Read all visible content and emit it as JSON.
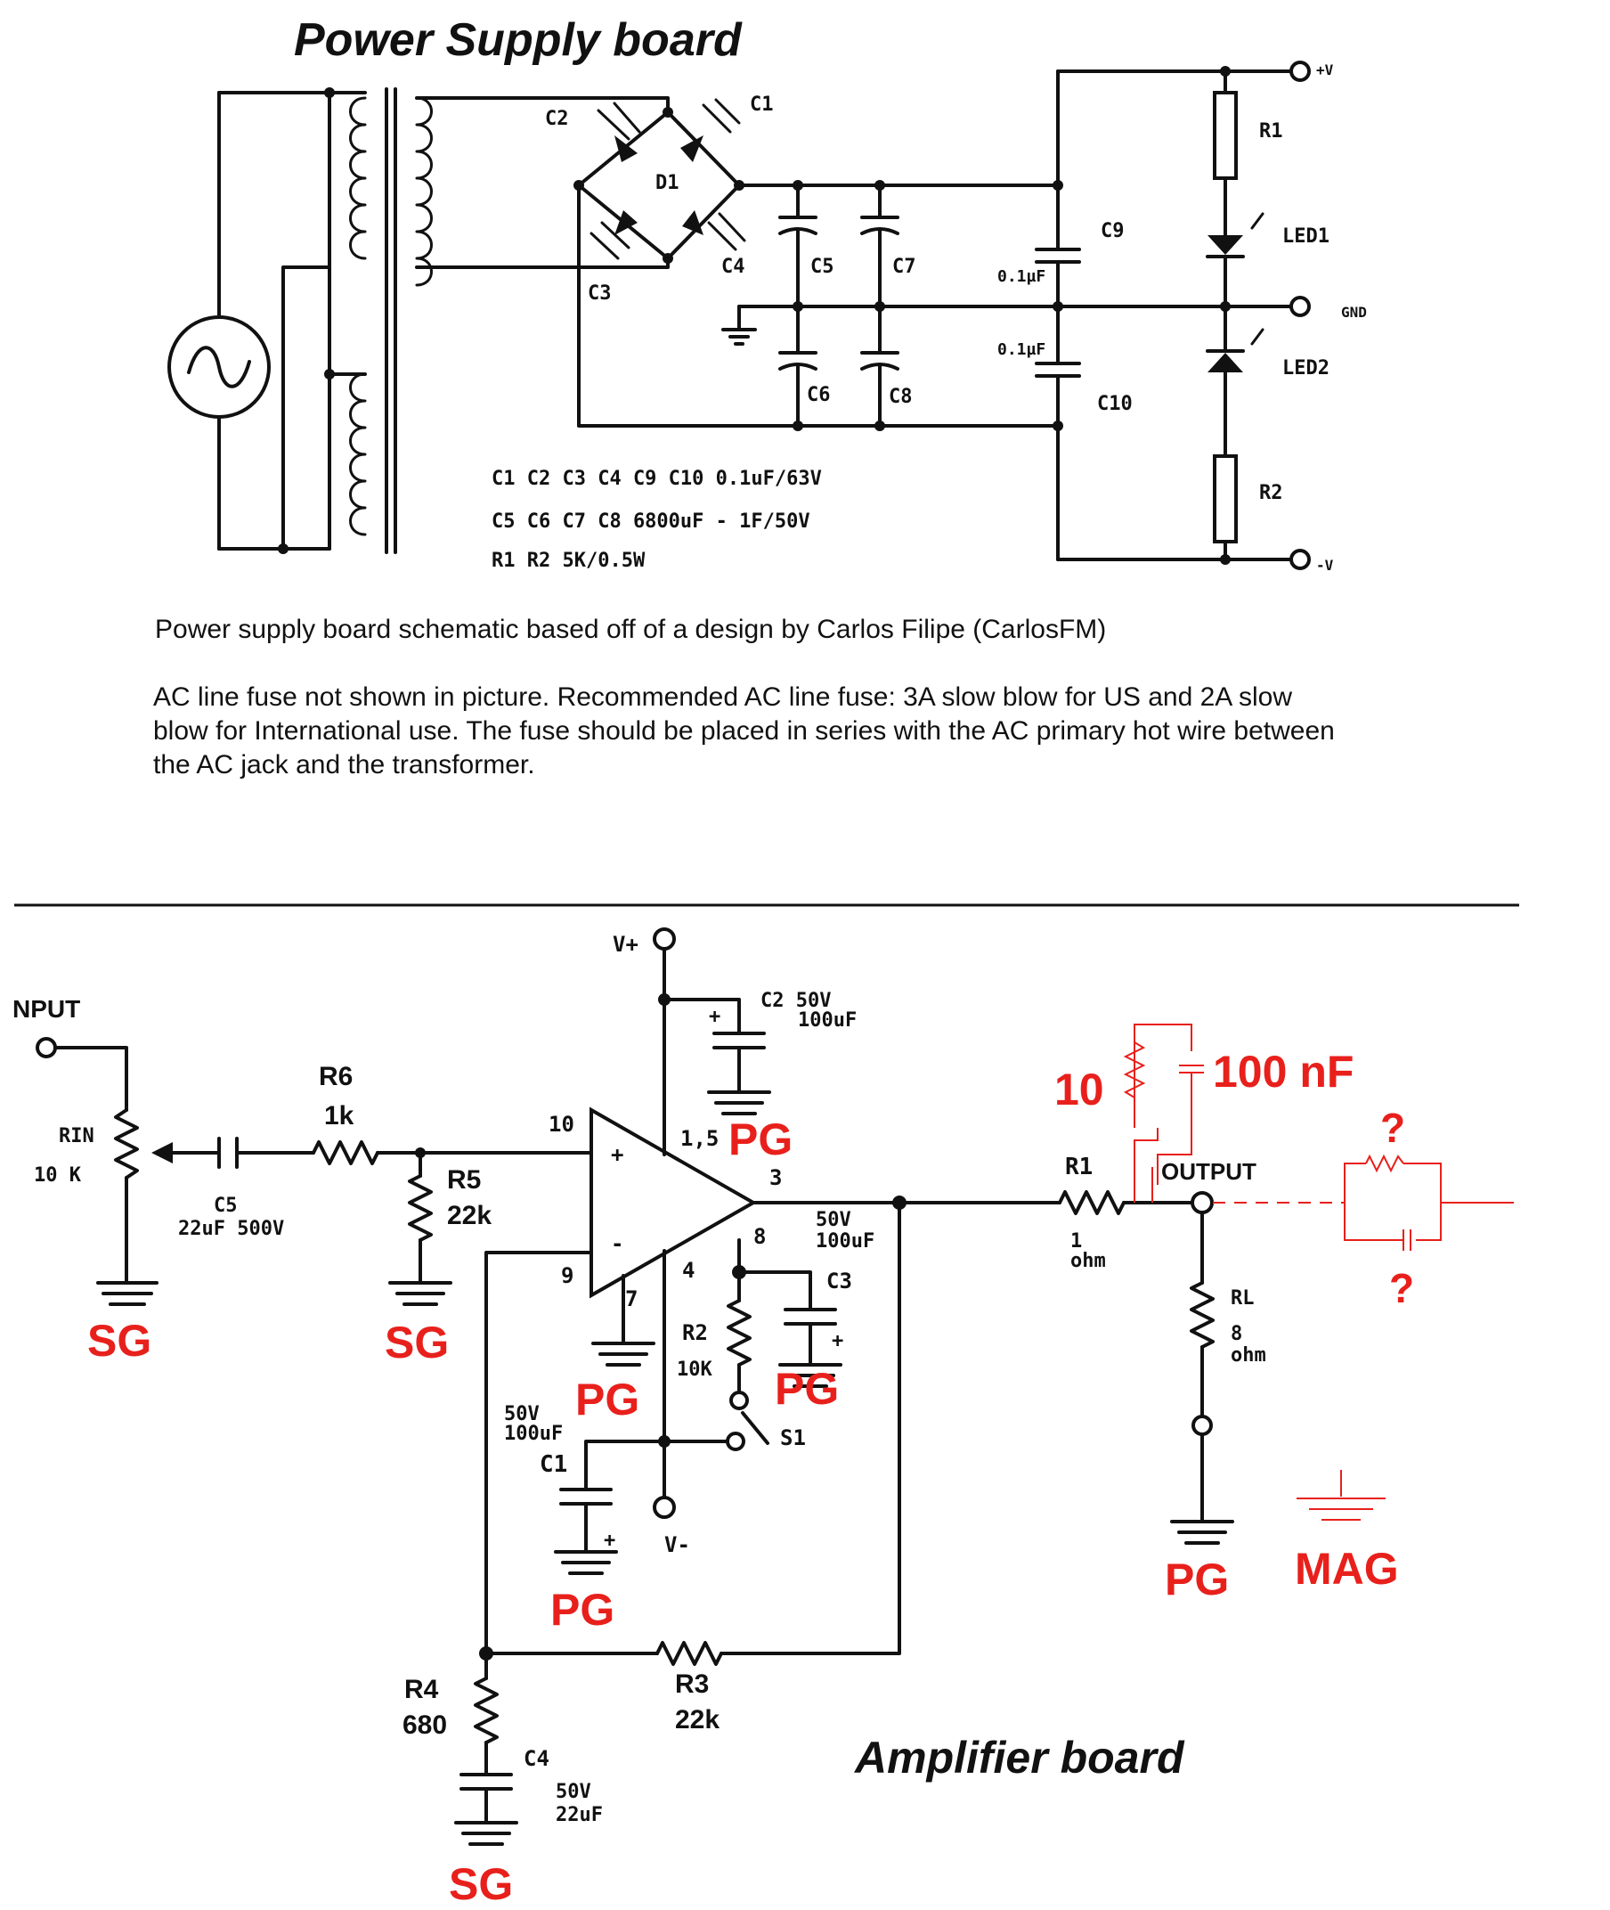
{
  "power_board": {
    "title": "Power Supply board",
    "labels": {
      "C1": "C1",
      "C2": "C2",
      "C3": "C3",
      "C4": "C4",
      "D1": "D1",
      "C5": "C5",
      "C6": "C6",
      "C7": "C7",
      "C8": "C8",
      "C9": "C9",
      "C10": "C10",
      "cap_val_top": "0.1µF",
      "cap_val_bot": "0.1µF",
      "R1": "R1",
      "R2": "R2",
      "LED1": "LED1",
      "LED2": "LED2",
      "vplus": "+V",
      "gnd": "GND",
      "vminus": "-V"
    },
    "bom": [
      "C1 C2 C3 C4 C9 C10 0.1uF/63V",
      "C5 C6 C7 C8  6800uF - 1F/50V",
      "R1 R2 5K/0.5W"
    ],
    "credit": "Power supply board schematic based off of a design by Carlos Filipe (CarlosFM)",
    "fuse_note": [
      "AC line fuse not shown in picture.  Recommended AC line fuse:  3A slow blow for US and 2A slow",
      "blow for International use.  The fuse should be placed in series with the AC primary hot wire between",
      "the AC jack and the transformer."
    ]
  },
  "amp_board": {
    "title": "Amplifier board",
    "labels": {
      "input": "NPUT",
      "rin": "RIN",
      "rin_val": "10 K",
      "c5": "C5",
      "c5_val": "22uF 500V",
      "r6": "R6",
      "r6_val": "1k",
      "r5": "R5",
      "r5_val": "22k",
      "vplus": "V+",
      "vminus": "V-",
      "c2": "C2 50V",
      "c2_val": "100uF",
      "pin10": "10",
      "pin15": "1,5",
      "pin3": "3",
      "pin8": "8",
      "pin9": "9",
      "pin7": "7",
      "pin4": "4",
      "plus": "+",
      "minus": "-",
      "c3_val1": "50V",
      "c3_val2": "100uF",
      "c3": "C3",
      "r2": "R2",
      "r2_val": "10K",
      "s1": "S1",
      "c1_val1": "50V",
      "c1_val2": "100uF",
      "c1": "C1",
      "r1": "R1",
      "r1_val1": "1",
      "r1_val2": "ohm",
      "output": "OUTPUT",
      "rl": "RL",
      "rl_val1": "8",
      "rl_val2": "ohm",
      "r4": "R4",
      "r4_val": "680",
      "r3": "R3",
      "r3_val": "22k",
      "c4": "C4",
      "c4_val1": "50V",
      "c4_val2": "22uF"
    },
    "annotations": {
      "sg": "SG",
      "pg": "PG",
      "mag": "MAG",
      "zobel_r": "10",
      "zobel_c": "100 nF",
      "question": "?"
    }
  },
  "colors": {
    "ink": "#111111",
    "annotation": "#e8201c",
    "paper": "#ffffff"
  }
}
